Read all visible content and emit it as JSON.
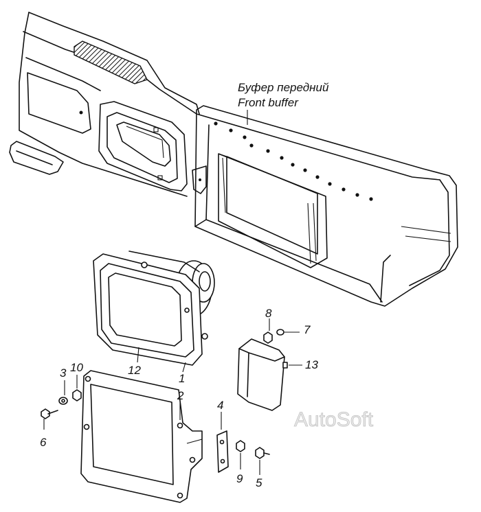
{
  "caption": {
    "line1": "Буфер передний",
    "line2": "Front buffer"
  },
  "watermark": "AutoSoft",
  "callouts": {
    "c1": "1",
    "c2": "2",
    "c3": "3",
    "c4": "4",
    "c5": "5",
    "c6": "6",
    "c7": "7",
    "c8": "8",
    "c9": "9",
    "c10": "10",
    "c12": "12",
    "c13": "13"
  }
}
